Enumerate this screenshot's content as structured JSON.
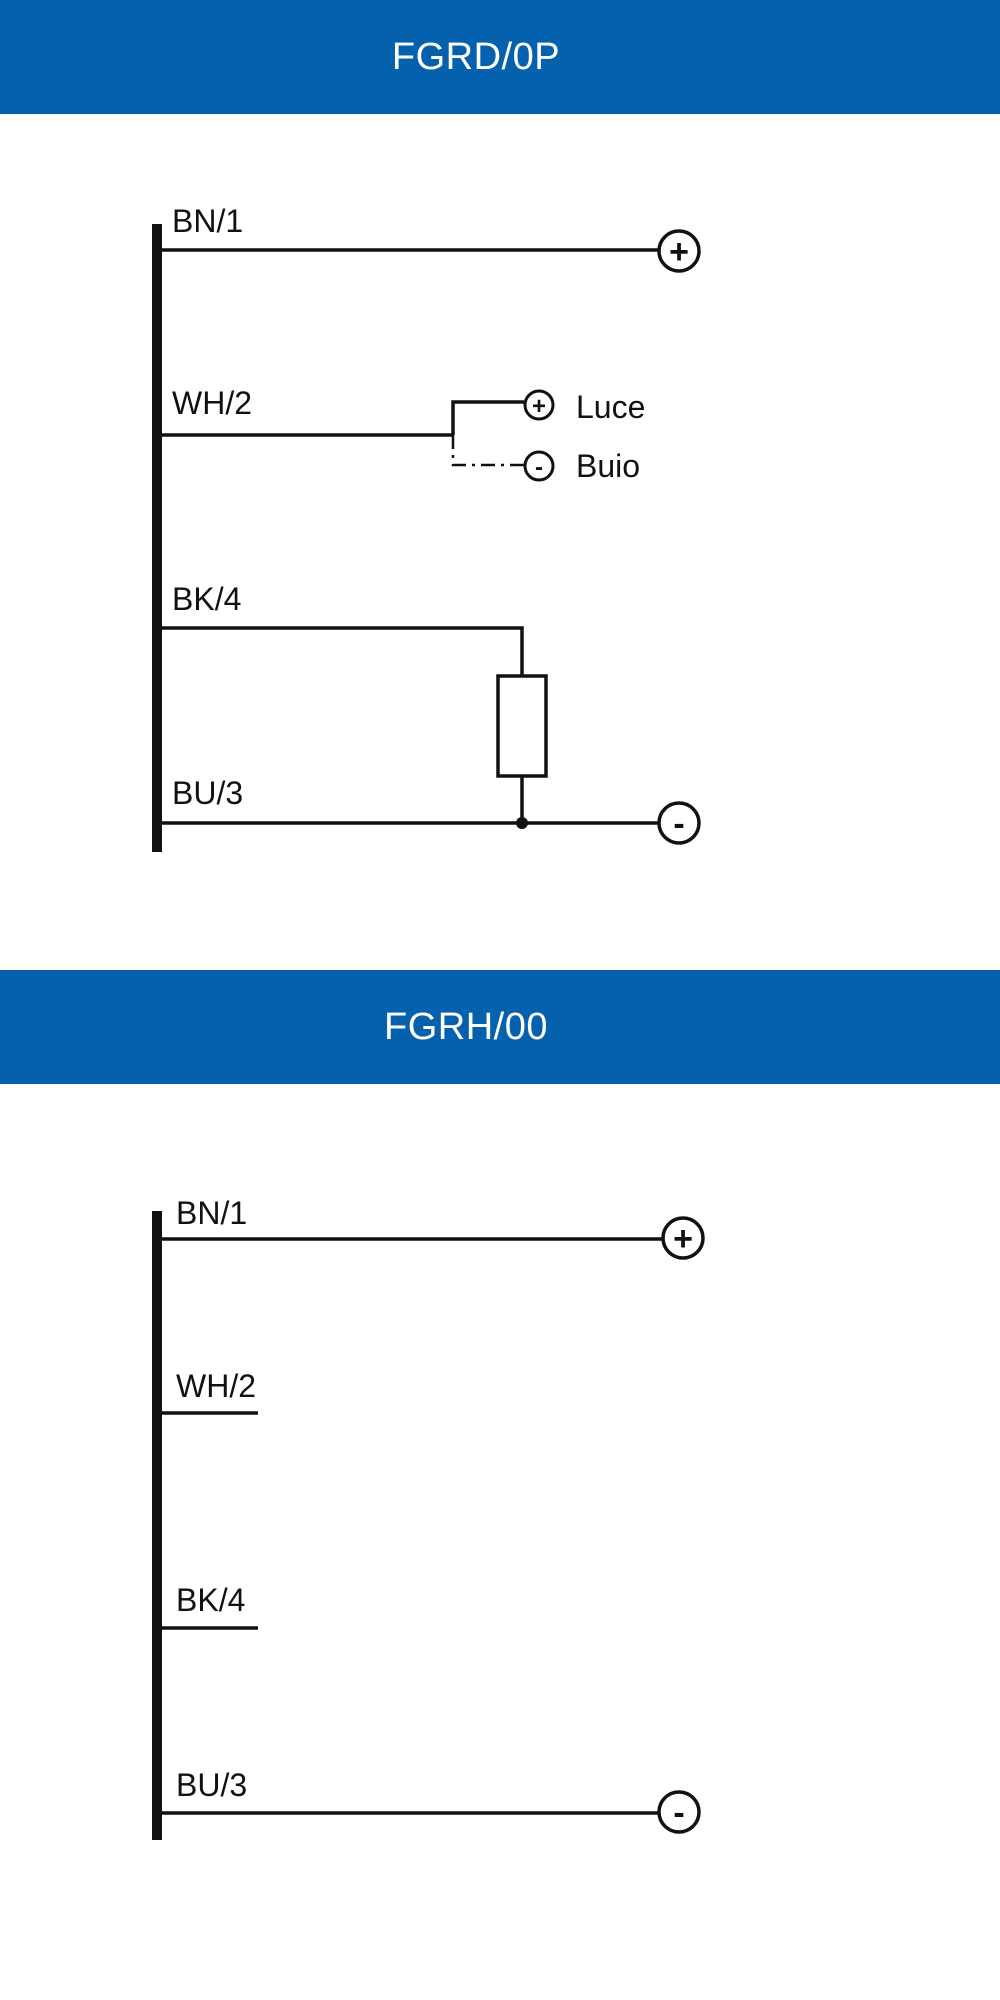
{
  "sections": [
    {
      "title": "FGRD/0P",
      "wires": {
        "bn": "BN/1",
        "wh": "WH/2",
        "bk": "BK/4",
        "bu": "BU/3"
      },
      "outputs": {
        "light": "Luce",
        "dark": "Buio"
      },
      "terminals": {
        "plus": "+",
        "minus": "-"
      }
    },
    {
      "title": "FGRH/00",
      "wires": {
        "bn": "BN/1",
        "wh": "WH/2",
        "bk": "BK/4",
        "bu": "BU/3"
      },
      "terminals": {
        "plus": "+",
        "minus": "-"
      }
    }
  ],
  "colors": {
    "banner": "#0560ad",
    "line": "#111111"
  }
}
